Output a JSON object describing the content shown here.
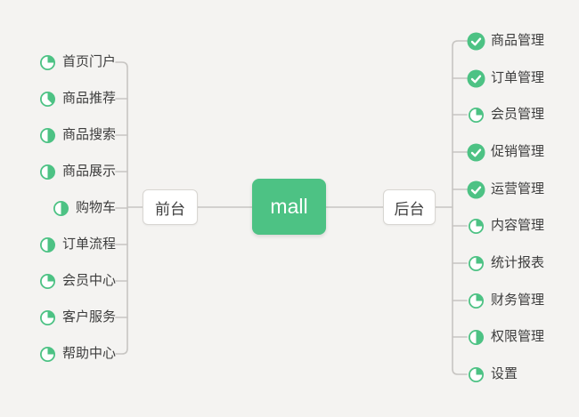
{
  "canvas": {
    "background": "#f4f3f1",
    "line_color": "#c7c5c2",
    "accent_green": "#4dc284",
    "item_text_color": "#3d3d3d"
  },
  "root": {
    "label": "mall"
  },
  "left_branch": {
    "label": "前台",
    "items": [
      {
        "label": "首页门户",
        "progress": "0.25"
      },
      {
        "label": "商品推荐",
        "progress": "0.375"
      },
      {
        "label": "商品搜索",
        "progress": "0.5"
      },
      {
        "label": "商品展示",
        "progress": "0.5"
      },
      {
        "label": "购物车",
        "progress": "0.5"
      },
      {
        "label": "订单流程",
        "progress": "0.5"
      },
      {
        "label": "会员中心",
        "progress": "0.25"
      },
      {
        "label": "客户服务",
        "progress": "0.25"
      },
      {
        "label": "帮助中心",
        "progress": "0.25"
      }
    ]
  },
  "right_branch": {
    "label": "后台",
    "items": [
      {
        "label": "商品管理",
        "progress": "done"
      },
      {
        "label": "订单管理",
        "progress": "done"
      },
      {
        "label": "会员管理",
        "progress": "0.25"
      },
      {
        "label": "促销管理",
        "progress": "done"
      },
      {
        "label": "运营管理",
        "progress": "done"
      },
      {
        "label": "内容管理",
        "progress": "0.25"
      },
      {
        "label": "统计报表",
        "progress": "0.25"
      },
      {
        "label": "财务管理",
        "progress": "0.25"
      },
      {
        "label": "权限管理",
        "progress": "0.5"
      },
      {
        "label": "设置",
        "progress": "0.25"
      }
    ]
  }
}
